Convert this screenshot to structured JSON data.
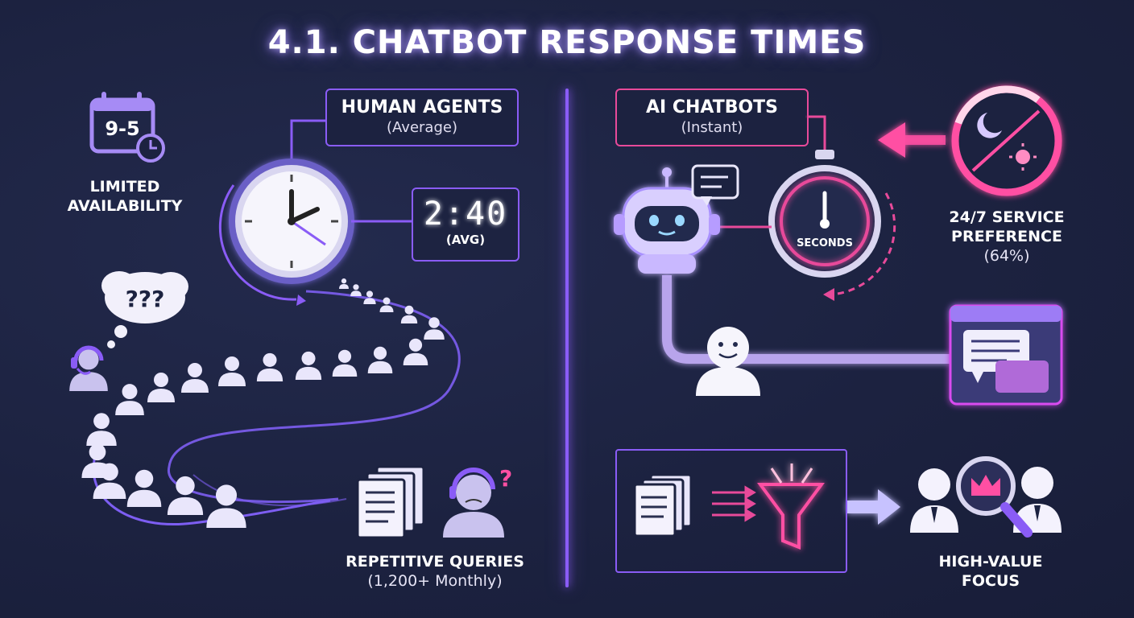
{
  "title": "4.1. CHATBOT RESPONSE TIMES",
  "left": {
    "calendar_text": "9-5",
    "availability_label": "LIMITED\nAVAILABILITY",
    "human_box": {
      "title": "HUMAN AGENTS",
      "subtitle": "(Average)"
    },
    "avg_time": {
      "value": "2:40",
      "caption": "(AVG)"
    },
    "confusion_bubble": "???",
    "repetitive": {
      "title": "REPETITIVE QUERIES",
      "subtitle": "(1,200+ Monthly)"
    },
    "question_mark": "?"
  },
  "right": {
    "ai_box": {
      "title": "AI CHATBOTS",
      "subtitle": "(Instant)"
    },
    "stopwatch_label": "SECONDS",
    "service": {
      "title": "24/7 SERVICE\nPREFERENCE",
      "subtitle": "(64%)"
    },
    "focus_label": "HIGH-VALUE\nFOCUS"
  },
  "colors": {
    "background": "#1c2240",
    "purple": "#8a5cf6",
    "pink": "#e84a9a",
    "lavender": "#c9c2ee"
  }
}
